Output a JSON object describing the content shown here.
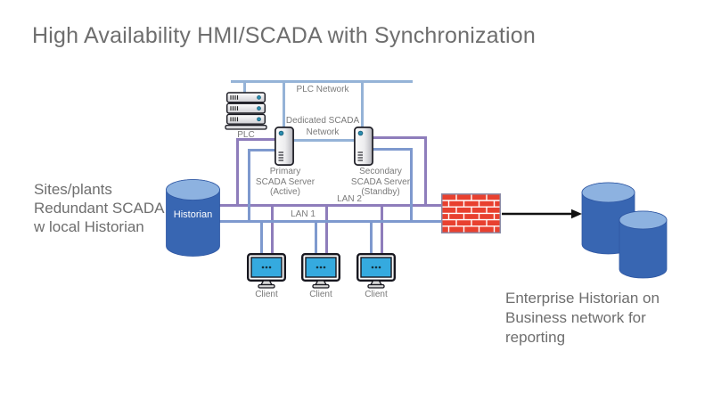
{
  "title": "High Availability HMI/SCADA with Synchronization",
  "annotations": {
    "left_note": [
      "Sites/plants",
      "Redundant SCADA",
      "w local Historian"
    ],
    "right_note": [
      "Enterprise Historian on",
      "Business network for",
      "reporting"
    ]
  },
  "networks": {
    "plc_network": "PLC Network",
    "dedicated_scada_network": "Dedicated SCADA Network",
    "lan1": "LAN 1",
    "lan2": "LAN 2"
  },
  "nodes": {
    "plc": "PLC",
    "historian": "Historian",
    "primary_server": [
      "Primary",
      "SCADA Server",
      "(Active)"
    ],
    "secondary_server": [
      "Secondary",
      "SCADA Server",
      "(Standby)"
    ],
    "clients": [
      "Client",
      "Client",
      "Client"
    ]
  },
  "colors": {
    "light_blue_line": "#95B3D7",
    "blue_line": "#7E99CE",
    "purple_line": "#8E7DBB",
    "cylinder_blue": "#3866B2",
    "cylinder_top": "#8DB2E0",
    "screen_cyan": "#35AADF",
    "firewall_red": "#E8402F",
    "text_gray": "#6E6E6E"
  }
}
